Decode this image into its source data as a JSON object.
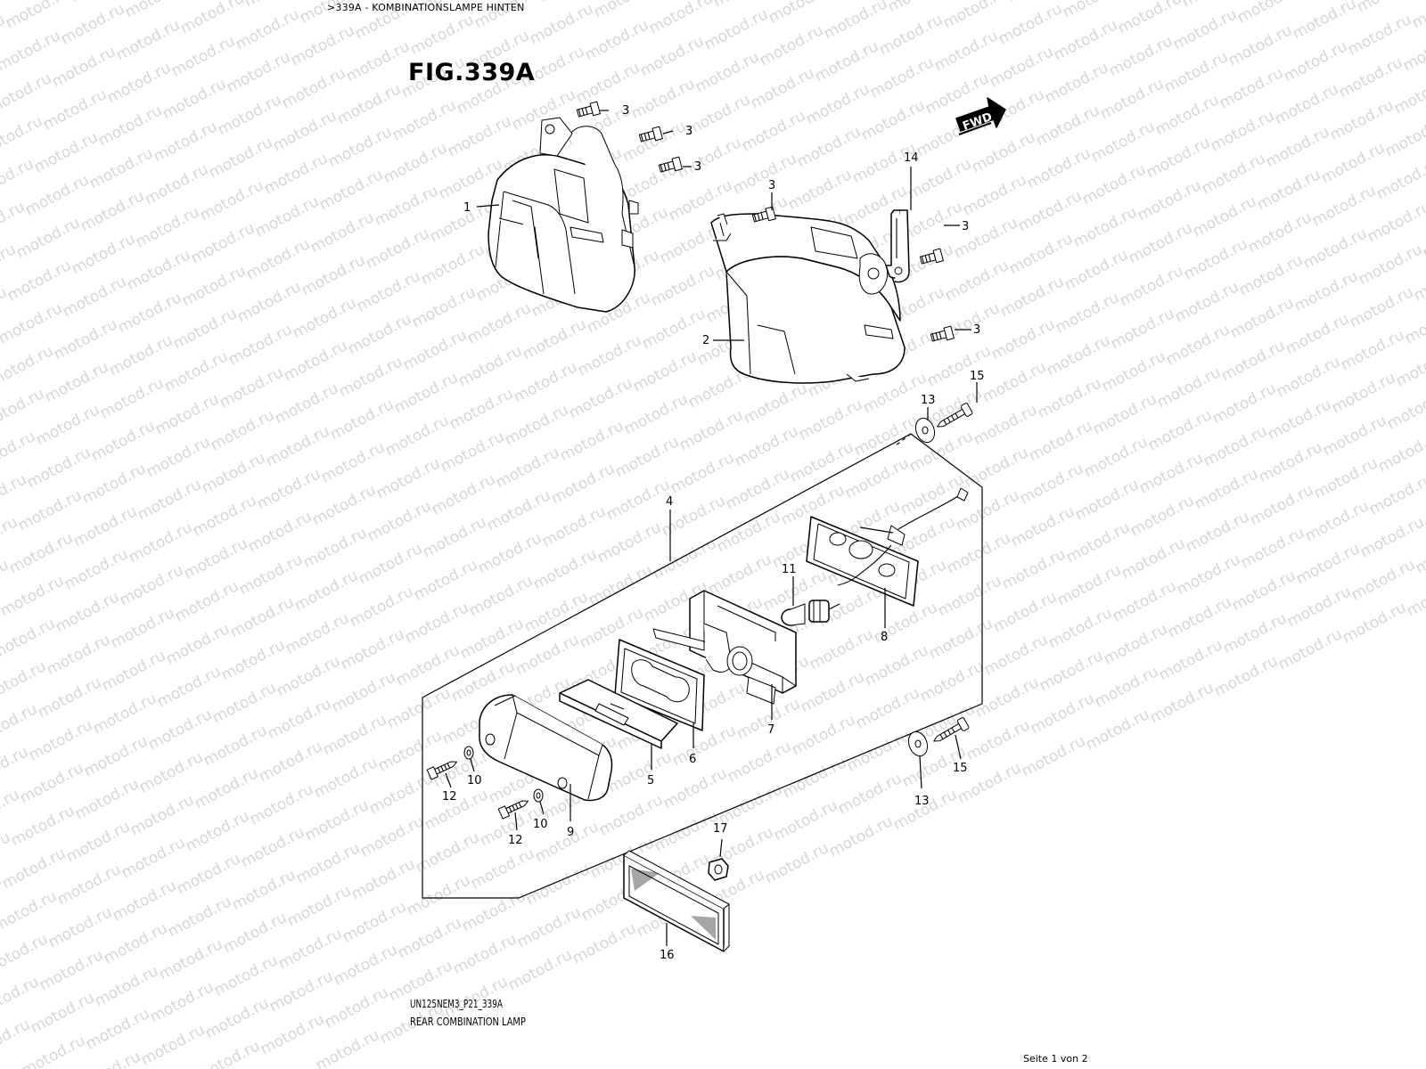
{
  "header": {
    "breadcrumb": ">339A - KOMBINATIONSLAMPE HINTEN",
    "figure_title": "FIG.339A"
  },
  "direction_badge": "FWD",
  "watermark": "motod.ru",
  "callouts": {
    "c1": "1",
    "c2": "2",
    "c3a": "3",
    "c3b": "3",
    "c3c": "3",
    "c3d": "3",
    "c3e": "3",
    "c3f": "3",
    "c4": "4",
    "c5": "5",
    "c6": "6",
    "c7": "7",
    "c8": "8",
    "c9": "9",
    "c10a": "10",
    "c10b": "10",
    "c11": "11",
    "c12a": "12",
    "c12b": "12",
    "c13a": "13",
    "c13b": "13",
    "c14": "14",
    "c15a": "15",
    "c15b": "15",
    "c16": "16",
    "c17": "17"
  },
  "footer": {
    "drawing_code": "UN125NEM3_P21_339A",
    "caption": "REAR COMBINATION LAMP",
    "page": "Seite 1 von 2"
  }
}
